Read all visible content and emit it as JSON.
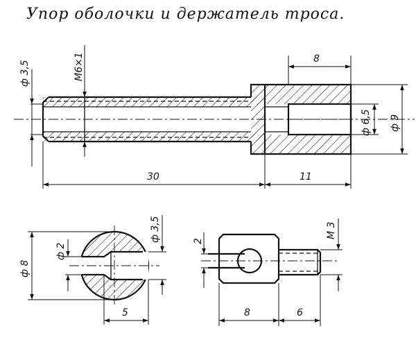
{
  "title": "Упор оболочки и держатель троса.",
  "top_view": {
    "d_small": "ф 3,5",
    "thread": "М6×1",
    "len_main": "8",
    "d_bore": "ф 6,5",
    "d_outer": "ф 9",
    "len_total": "30",
    "len_head": "11"
  },
  "bottom_left": {
    "d_body": "ф 8",
    "d_hole": "ф 2",
    "d_top": "ф 3,5",
    "len": "5"
  },
  "bottom_right": {
    "h": "2",
    "thread": "М 3",
    "len_body": "8",
    "len_stud": "6"
  }
}
